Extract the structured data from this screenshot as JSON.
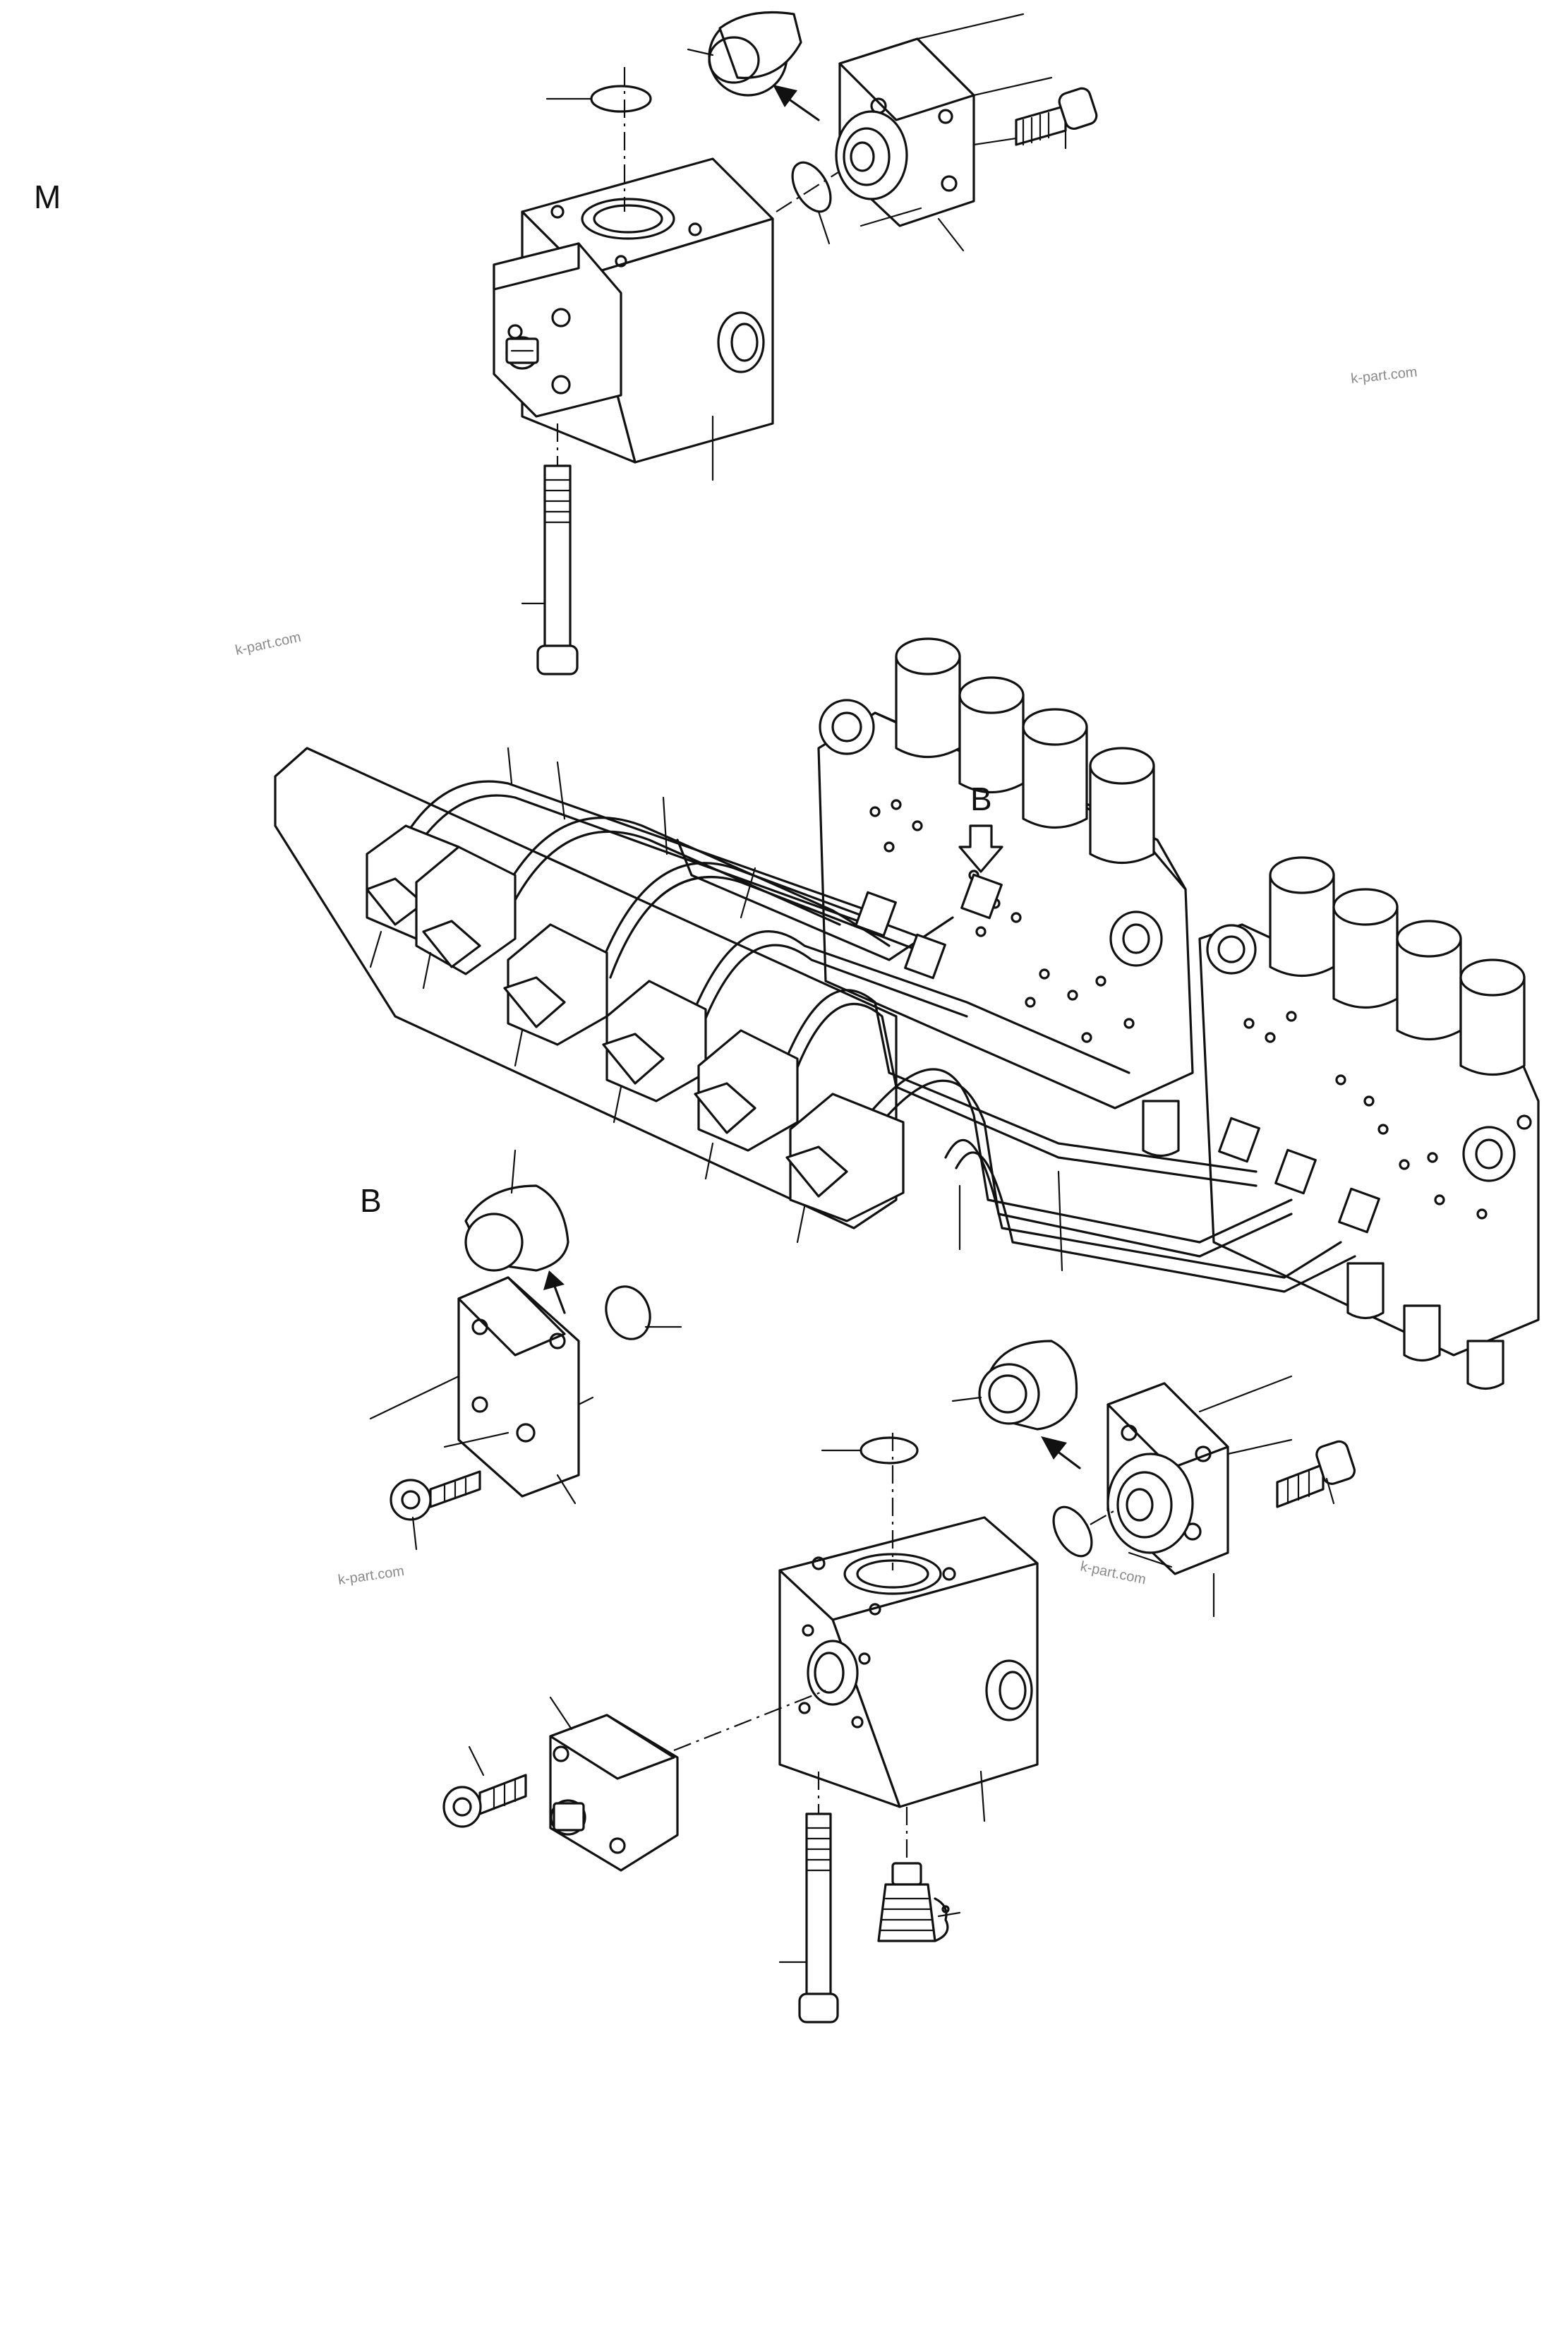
{
  "view_labels": {
    "main": "M",
    "detail": "B",
    "detail_arrow": "B"
  },
  "watermark": "k-part.com",
  "colors": {
    "line": "#111111",
    "background": "#ffffff",
    "watermark": "#8a8a8a"
  }
}
